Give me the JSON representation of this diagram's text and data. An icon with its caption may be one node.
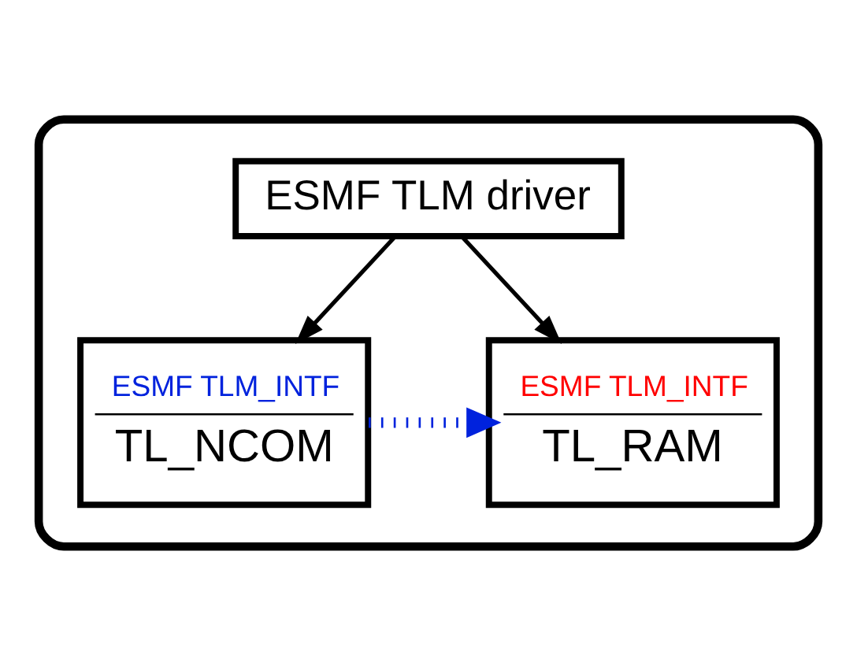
{
  "diagram": {
    "nodes": [
      {
        "text": [],
        "shape": "box"
      },
      {
        "text": [
          "ESMF TLM driver"
        ],
        "in": 0
      },
      {
        "text": [
          "ESMF TLM_INTF",
          "TL_NCOM"
        ],
        "in": 0
      },
      {
        "text": [
          "ESMF TLM_INTF",
          "TL_RAM"
        ],
        "in": 0
      }
    ],
    "edges": [
      {
        "from": 1,
        "to": 2,
        "arrow": "to"
      },
      {
        "from": 1,
        "to": 3,
        "arrow": "to"
      },
      {
        "from": 2,
        "to": 3,
        "arrow": "to",
        "style": "dashed",
        "color": "#0022dd"
      }
    ]
  }
}
